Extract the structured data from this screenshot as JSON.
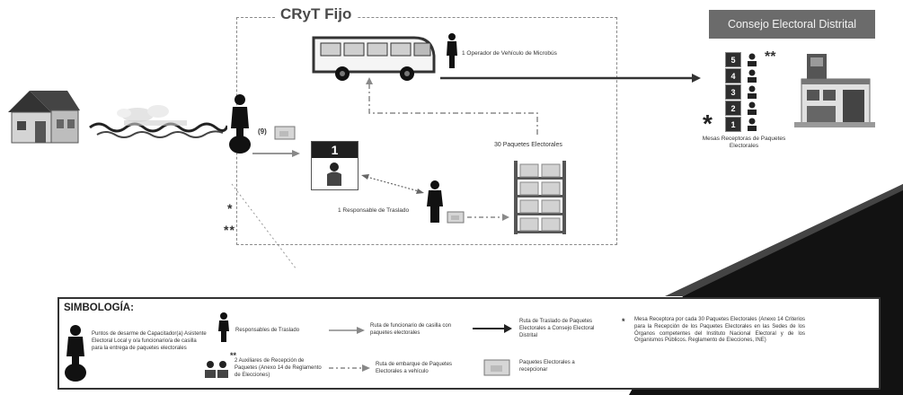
{
  "cryt": {
    "title": "CRyT Fijo"
  },
  "consejo": {
    "title": "Consejo Electoral Distrital"
  },
  "operador_label": "1 Operador  de Vehículo de Microbús",
  "paquetes_label": "30 Paquetes Electorales",
  "responsable_label": "1 Responsable  de Traslado",
  "count_label": "(9)",
  "casilla_number": "1",
  "mesas": {
    "numbers": [
      "5",
      "4",
      "3",
      "2",
      "1"
    ],
    "label": "Mesas Receptoras de Paquetes Electorales",
    "double_star": "**",
    "single_star": "*"
  },
  "left_markers": {
    "single": "*",
    "double": "**"
  },
  "legend": {
    "title": "SIMBOLOGÍA:",
    "puntos_desarmar": "Puntos de desarme de Capacitador(a) Asistente Electoral Local y o/a funcionario/a de casilla para la entrega de paquetes electorales",
    "responsables": "Responsables de Traslado",
    "auxiliares_mark": "**",
    "auxiliares": "2 Auxiliares de Recepción de Paquetes (Anexo 14 de Reglamento de Elecciones)",
    "ruta_funcionario": "Ruta de funcionario de casilla con paquetes electorales",
    "ruta_embarque": "Ruta de embarque de Paquetes Electorales a vehículo",
    "ruta_traslado": "Ruta de Traslado de Paquetes Electorales a Consejo Electoral Distrital",
    "paquetes_recepcion": "Paquetes Electorales a recepcionar",
    "nota_mark": "*",
    "nota": "Mesa Receptora por cada 30 Paquetes Electorales (Anexo 14 Criterios para la Recepción de los Paquetes Electorales en las Sedes de los Órganos competentes del Instituto Nacional Electoral y de los Organismos Públicos. Reglamento de Elecciones, INE)"
  }
}
